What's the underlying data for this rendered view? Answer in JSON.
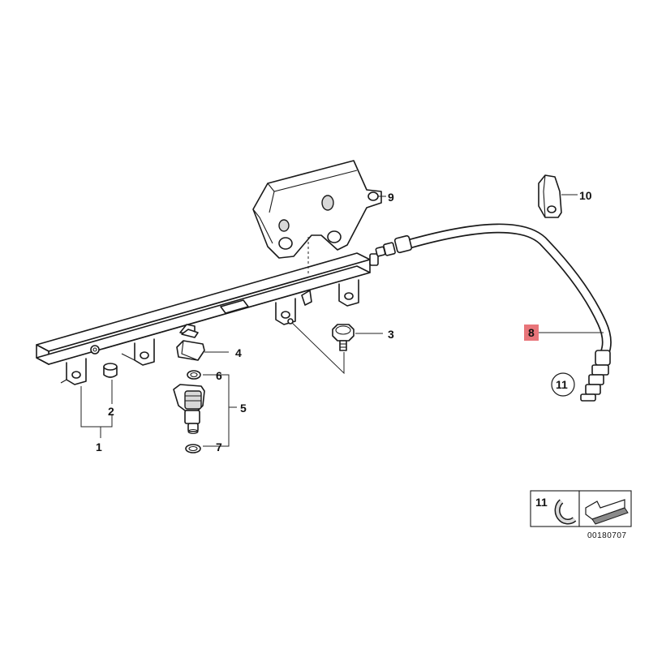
{
  "callouts": {
    "c1": "1",
    "c2": "2",
    "c3": "3",
    "c4": "4",
    "c5": "5",
    "c6": "6",
    "c7": "7",
    "c8": "8",
    "c9": "9",
    "c10": "10",
    "c11": "11"
  },
  "legend": {
    "number": "11",
    "reference": "00180707"
  },
  "colors": {
    "highlight": "#e8757a",
    "line": "#1a1a1a"
  }
}
